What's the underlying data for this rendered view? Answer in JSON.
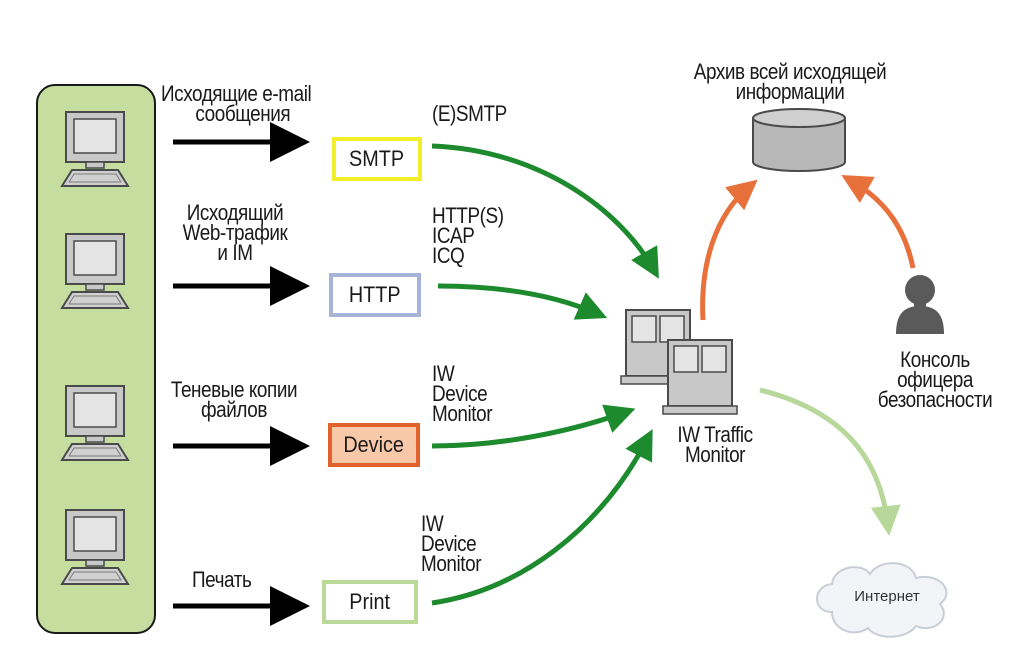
{
  "sources": [
    {
      "label": [
        "Исходящие e-mail",
        "сообщения"
      ]
    },
    {
      "label": [
        "Исходящий",
        "Web-трафик",
        "и IM"
      ]
    },
    {
      "label": [
        "Теневые копии",
        "файлов"
      ]
    },
    {
      "label": [
        "Печать"
      ]
    }
  ],
  "protocols": [
    {
      "name": "SMTP",
      "border": "#f2ee2b",
      "fill": "#ffffff"
    },
    {
      "name": "HTTP",
      "border": "#a8b3d8",
      "fill": "#ffffff"
    },
    {
      "name": "Device",
      "border": "#e0622a",
      "fill": "#f7c9a8"
    },
    {
      "name": "Print",
      "border": "#bcd99a",
      "fill": "#ffffff"
    }
  ],
  "channels": [
    {
      "lines": [
        "(E)SMTP"
      ]
    },
    {
      "lines": [
        "HTTP(S)",
        "ICAP",
        "ICQ"
      ]
    },
    {
      "lines": [
        "IW",
        "Device",
        "Monitor"
      ]
    },
    {
      "lines": [
        "IW",
        "Device",
        "Monitor"
      ]
    }
  ],
  "archive": {
    "lines": [
      "Архив всей исходящей",
      "информации"
    ]
  },
  "monitor": {
    "lines": [
      "IW Traffic",
      "Monitor"
    ]
  },
  "console": {
    "lines": [
      "Консоль",
      "офицера",
      "безопасности"
    ]
  },
  "internet": {
    "label": "Интернет"
  },
  "colors": {
    "panel": "#c5dd9f",
    "green_arrow": "#1e8a2e",
    "orange_arrow": "#e8703a",
    "light_green_arrow": "#b7d89a",
    "black_arrow": "#000000",
    "device_gray": "#b8b8b8"
  }
}
